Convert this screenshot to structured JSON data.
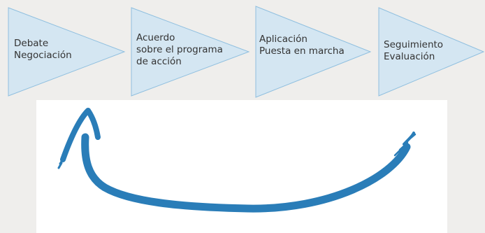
{
  "steps": [
    {
      "lines": [
        "Debate",
        "Negociación"
      ]
    },
    {
      "lines": [
        "Acuerdo",
        "sobre el programa",
        "de acción"
      ]
    },
    {
      "lines": [
        "Aplicación",
        "Puesta en marcha"
      ]
    },
    {
      "lines": [
        "Seguimiento",
        "Evaluación"
      ]
    }
  ],
  "colors": {
    "step_fill": "#d4e6f2",
    "step_stroke": "#8fbfdf",
    "arrow": "#2a7db8",
    "background": "#efeeec"
  },
  "icons": {
    "cycle": "curved-return-arrow-icon"
  }
}
